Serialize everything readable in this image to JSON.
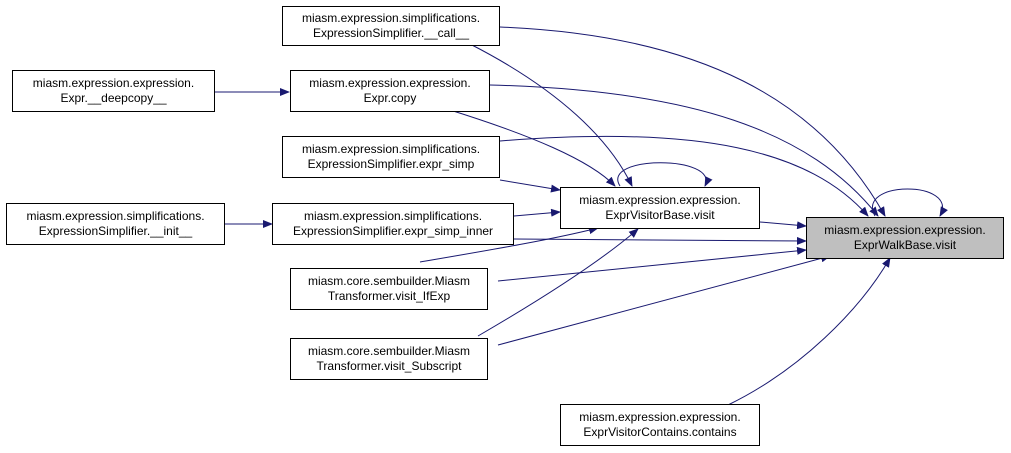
{
  "nodes": {
    "target": {
      "line1": "miasm.expression.expression.",
      "line2": "ExprWalkBase.visit"
    },
    "visitor_visit": {
      "line1": "miasm.expression.expression.",
      "line2": "ExprVisitorBase.visit"
    },
    "simp_call": {
      "line1": "miasm.expression.simplifications.",
      "line2": "ExpressionSimplifier.__call__"
    },
    "expr_copy": {
      "line1": "miasm.expression.expression.",
      "line2": "Expr.copy"
    },
    "expr_deepcopy": {
      "line1": "miasm.expression.expression.",
      "line2": "Expr.__deepcopy__"
    },
    "expr_simp": {
      "line1": "miasm.expression.simplifications.",
      "line2": "ExpressionSimplifier.expr_simp"
    },
    "simp_init": {
      "line1": "miasm.expression.simplifications.",
      "line2": "ExpressionSimplifier.__init__"
    },
    "expr_simp_inner": {
      "line1": "miasm.expression.simplifications.",
      "line2": "ExpressionSimplifier.expr_simp_inner"
    },
    "visit_ifexp": {
      "line1": "miasm.core.sembuilder.Miasm",
      "line2": "Transformer.visit_IfExp"
    },
    "visit_subscript": {
      "line1": "miasm.core.sembuilder.Miasm",
      "line2": "Transformer.visit_Subscript"
    },
    "contains": {
      "line1": "miasm.expression.expression.",
      "line2": "ExprVisitorContains.contains"
    }
  },
  "colors": {
    "edge": "#191970",
    "target_fill": "#bfbfbf"
  }
}
